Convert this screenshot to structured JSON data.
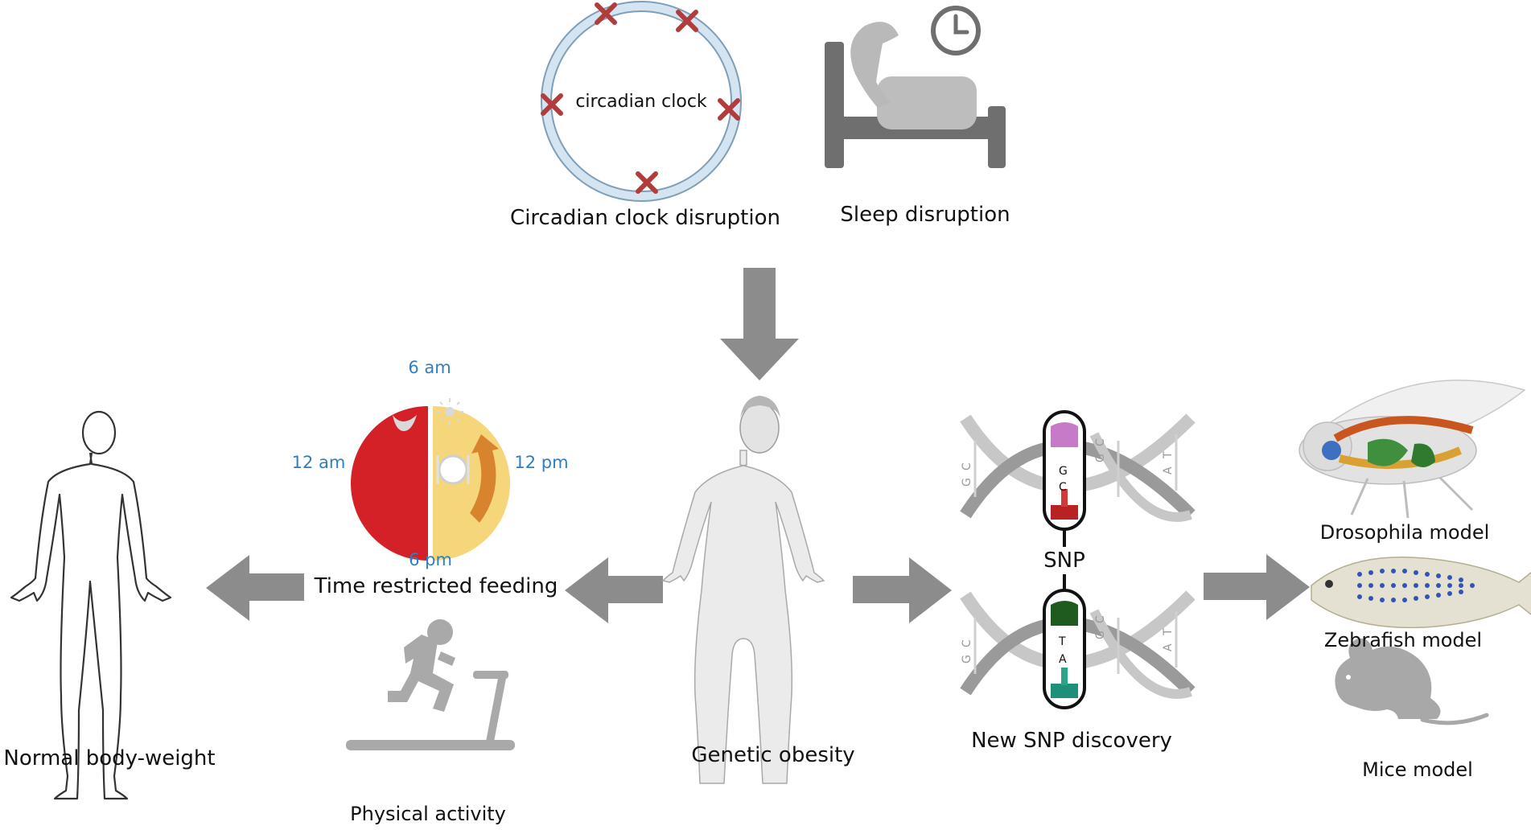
{
  "labels": {
    "clock_inner": "circadian clock",
    "clock_disruption": "Circadian clock disruption",
    "sleep_disruption": "Sleep disruption",
    "time_6am": "6 am",
    "time_12am": "12 am",
    "time_12pm": "12 pm",
    "time_6pm": "6 pm",
    "trf": "Time restricted feeding",
    "physical_activity": "Physical activity",
    "normal_weight": "Normal body-weight",
    "genetic_obesity": "Genetic obesity",
    "snp": "SNP",
    "new_snp": "New SNP discovery",
    "drosophila": "Drosophila model",
    "zebrafish": "Zebrafish model",
    "mice": "Mice model"
  },
  "dna_letters": {
    "top": [
      "C",
      "G",
      "G",
      "C",
      "C",
      "G",
      "T",
      "A"
    ],
    "bottom": [
      "C",
      "G",
      "T",
      "A",
      "C",
      "G",
      "T",
      "A"
    ]
  },
  "colors": {
    "arrow": "#8c8c8c",
    "clock_ring": "#c9dcec",
    "cross": "#b23b3b",
    "night_half": "#d42027",
    "day_half": "#f6d67a",
    "time_text": "#2f7fc1",
    "silhouette": "#9a9a9a",
    "snp_purple": "#c77ac7",
    "snp_red": "#b82222",
    "snp_green": "#1f5a1f",
    "snp_teal": "#1f8f7a"
  }
}
